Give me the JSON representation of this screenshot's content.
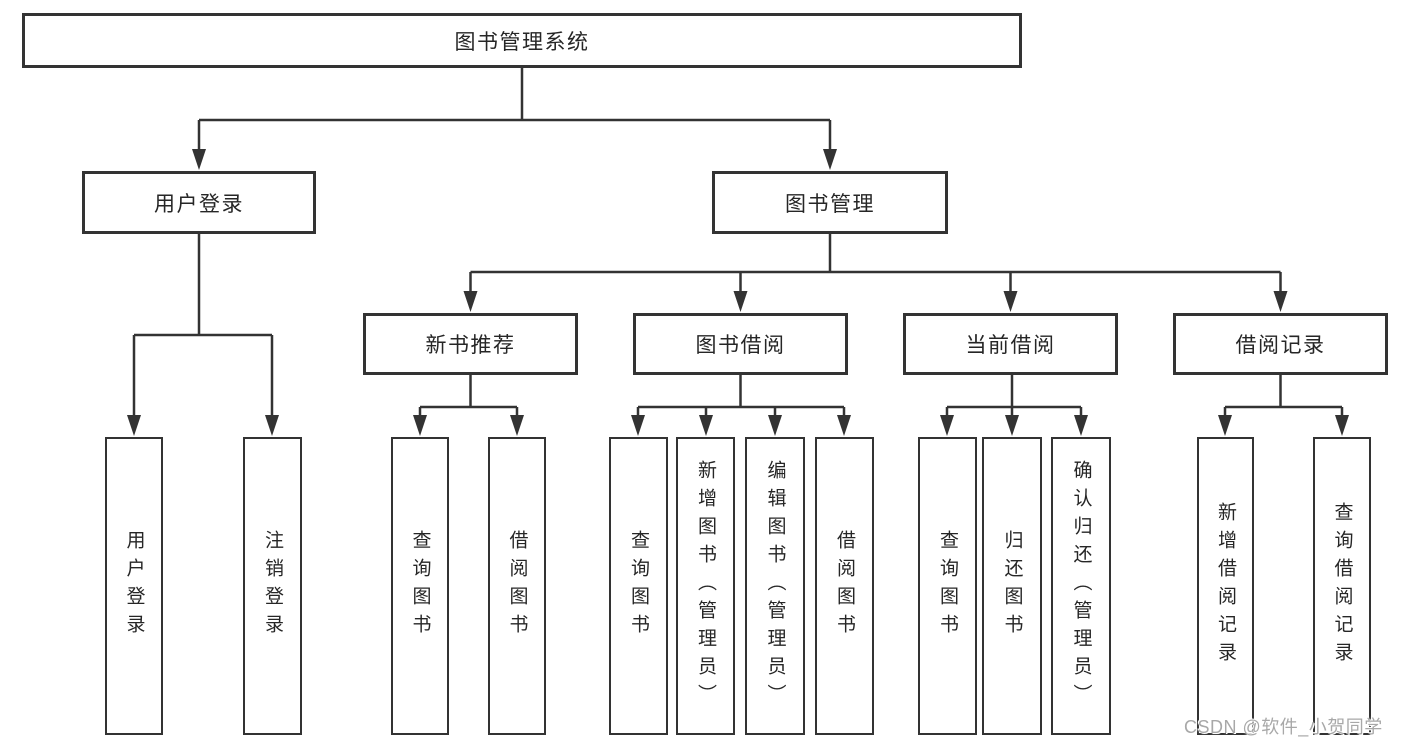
{
  "title": "图书管理系统",
  "colors": {
    "line": "#333333",
    "box_border": "#333333",
    "text": "#262626",
    "background": "#ffffff",
    "watermark": "#a8a8a8"
  },
  "tree": {
    "root": {
      "label": "图书管理系统"
    },
    "groups": [
      {
        "label": "用户登录",
        "children": [
          {
            "label": "用户登录"
          },
          {
            "label": "注销登录"
          }
        ]
      },
      {
        "label": "图书管理",
        "sections": [
          {
            "label": "新书推荐",
            "children": [
              {
                "label": "查询图书"
              },
              {
                "label": "借阅图书"
              }
            ]
          },
          {
            "label": "图书借阅",
            "children": [
              {
                "label": "查询图书"
              },
              {
                "label": "新增图书（管理员）"
              },
              {
                "label": "编辑图书（管理员）"
              },
              {
                "label": "借阅图书"
              }
            ]
          },
          {
            "label": "当前借阅",
            "children": [
              {
                "label": "查询图书"
              },
              {
                "label": "归还图书"
              },
              {
                "label": "确认归还（管理员）"
              }
            ]
          },
          {
            "label": "借阅记录",
            "children": [
              {
                "label": "新增借阅记录"
              },
              {
                "label": "查询借阅记录"
              }
            ]
          }
        ]
      }
    ]
  },
  "watermark": {
    "text": "CSDN @软件_小贺同学"
  }
}
